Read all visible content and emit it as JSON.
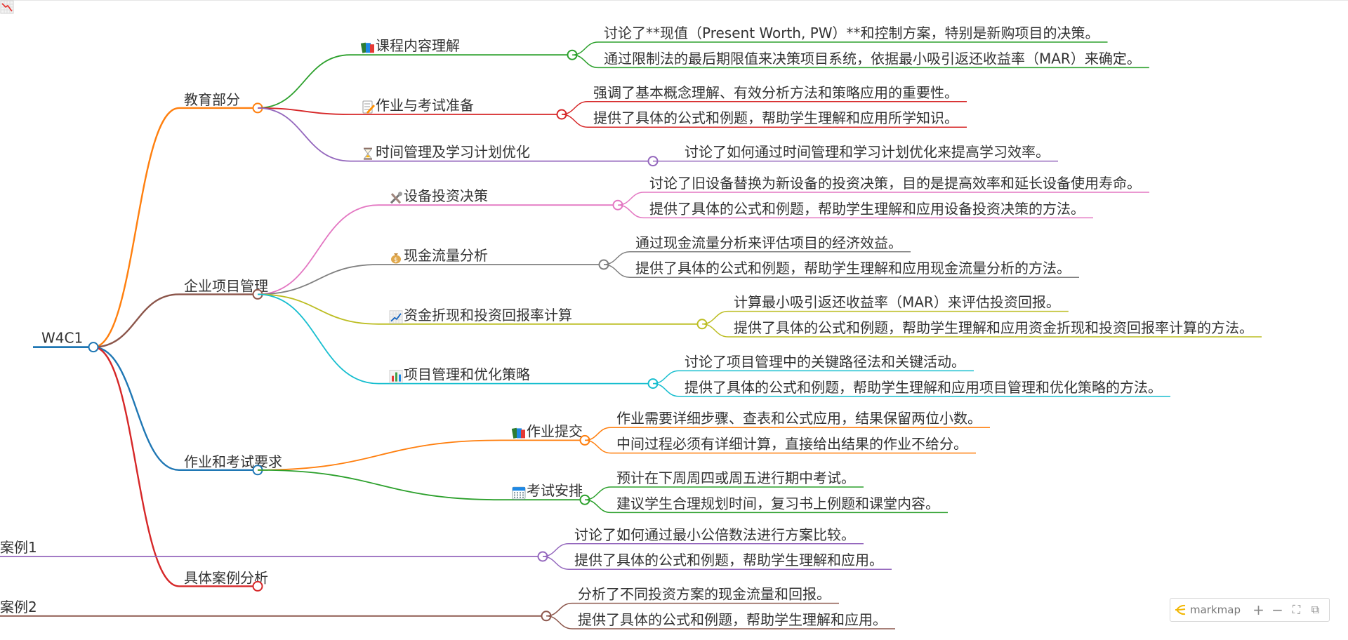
{
  "root": {
    "label": "W4C1",
    "color": "#1f77b4",
    "branches": [
      {
        "label": "教育部分",
        "color": "#ff7f0e",
        "children": [
          {
            "label": "课程内容理解",
            "icon": "books-icon",
            "color": "#2ca02c",
            "leaves": [
              "讨论了**现值（Present Worth, PW）**和控制方案，特别是新购项目的决策。",
              "通过限制法的最后期限值来决策项目系统，依据最小吸引返还收益率（MAR）来确定。"
            ]
          },
          {
            "label": "作业与考试准备",
            "icon": "memo-icon",
            "color": "#d62728",
            "leaves": [
              "强调了基本概念理解、有效分析方法和策略应用的重要性。",
              "提供了具体的公式和例题，帮助学生理解和应用所学知识。"
            ]
          },
          {
            "label": "时间管理及学习计划优化",
            "icon": "hourglass-icon",
            "color": "#9467bd",
            "leaves": [
              "讨论了如何通过时间管理和学习计划优化来提高学习效率。"
            ]
          }
        ]
      },
      {
        "label": "企业项目管理",
        "color": "#8c564b",
        "children": [
          {
            "label": "设备投资决策",
            "icon": "tools-icon",
            "color": "#e377c2",
            "leaves": [
              "讨论了旧设备替换为新设备的投资决策，目的是提高效率和延长设备使用寿命。",
              "提供了具体的公式和例题，帮助学生理解和应用设备投资决策的方法。"
            ]
          },
          {
            "label": "现金流量分析",
            "icon": "money-bag-icon",
            "color": "#7f7f7f",
            "leaves": [
              "通过现金流量分析来评估项目的经济效益。",
              "提供了具体的公式和例题，帮助学生理解和应用现金流量分析的方法。"
            ]
          },
          {
            "label": "资金折现和投资回报率计算",
            "icon": "chart-up-icon",
            "color": "#bcbd22",
            "leaves": [
              "计算最小吸引返还收益率（MAR）来评估投资回报。",
              "提供了具体的公式和例题，帮助学生理解和应用资金折现和投资回报率计算的方法。"
            ]
          },
          {
            "label": "项目管理和优化策略",
            "icon": "bar-chart-icon",
            "color": "#17becf",
            "leaves": [
              "讨论了项目管理中的关键路径法和关键活动。",
              "提供了具体的公式和例题，帮助学生理解和应用项目管理和优化策略的方法。"
            ]
          }
        ]
      },
      {
        "label": "作业和考试要求",
        "color": "#1f77b4",
        "children": [
          {
            "label": "作业提交",
            "icon": "books-icon",
            "color": "#ff7f0e",
            "leaves": [
              "作业需要详细步骤、查表和公式应用，结果保留两位小数。",
              "中间过程必须有详细计算，直接给出结果的作业不给分。"
            ]
          },
          {
            "label": "考试安排",
            "icon": "calendar-icon",
            "color": "#2ca02c",
            "leaves": [
              "预计在下周周四或周五进行期中考试。",
              "建议学生合理规划时间，复习书上例题和课堂内容。"
            ]
          }
        ]
      },
      {
        "label": "具体案例分析",
        "color": "#d62728",
        "children": [
          {
            "label": "案例1",
            "icon": "chart-up-icon",
            "color": "#9467bd",
            "leaves": [
              "讨论了如何通过最小公倍数法进行方案比较。",
              "提供了具体的公式和例题，帮助学生理解和应用。"
            ]
          },
          {
            "label": "案例2",
            "icon": "chart-down-icon",
            "color": "#8c564b",
            "leaves": [
              "分析了不同投资方案的现金流量和回报。",
              "提供了具体的公式和例题，帮助学生理解和应用。"
            ]
          }
        ]
      }
    ]
  },
  "toolbar": {
    "brand": "markmap",
    "zoom_in": "+",
    "zoom_out": "−",
    "fit": "⛶",
    "toggle": "⧉"
  }
}
